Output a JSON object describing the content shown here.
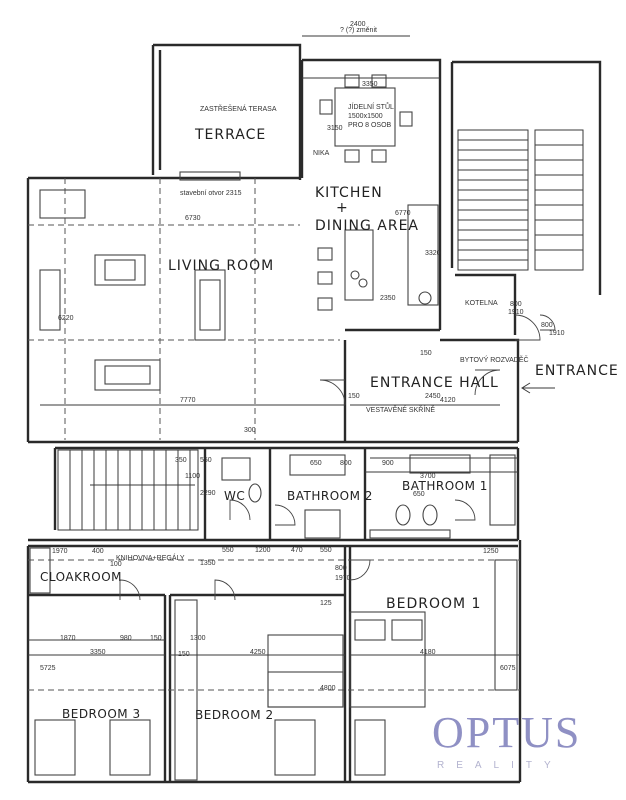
{
  "rooms": {
    "terrace_note": "ZASTŘEŠENÁ TERASA",
    "terrace": "TERRACE",
    "kitchen_line1": "KITCHEN",
    "kitchen_plus": "+",
    "kitchen_line2": "DINING AREA",
    "living": "LIVING ROOM",
    "entrance_hall": "ENTRANCE HALL",
    "entrance": "ENTRANCE",
    "wc": "WC",
    "bathroom2": "BATHROOM 2",
    "bathroom1": "BATHROOM 1",
    "cloakroom": "CLOAKROOM",
    "bedroom1": "BEDROOM 1",
    "bedroom2": "BEDROOM 2",
    "bedroom3": "BEDROOM 3",
    "kotelna": "KOTELNA"
  },
  "notes": {
    "dining_table_1": "JÍDELNÍ STŮL",
    "dining_table_2": "1500x1500",
    "dining_table_3": "PRO 8 OSOB",
    "nika": "NIKA",
    "stavebni_otvor": "stavební otvor 2315",
    "bytovy_rozvadec": "BYTOVÝ ROZVADĚČ",
    "vestavene_skrine": "VESTAVĚNÉ SKŘÍNĚ",
    "knihovna": "KNIHOVNA+REGÁLY",
    "top_dim_note": "? (?) změnit"
  },
  "dims": {
    "d2400": "2400",
    "d3350_top": "3350",
    "d3150": "3150",
    "d6770": "6770",
    "d3320": "3320",
    "d2350": "2350",
    "d6730": "6730",
    "d6220": "6220",
    "d7770": "7770",
    "d2450": "2450",
    "d4120": "4120",
    "d150a": "150",
    "d150b": "150",
    "d800a": "800",
    "d1910a": "1910",
    "d800b": "800",
    "d1910b": "1910",
    "d350": "350",
    "d550a": "550",
    "d300": "300",
    "d650a": "650",
    "d800c": "800",
    "d900": "900",
    "d650b": "650",
    "d1100": "1100",
    "d2290": "2290",
    "d3700": "3700",
    "d1250": "1250",
    "d1970": "1970",
    "d400": "400",
    "d100": "100",
    "d550b": "550",
    "d1200": "1200",
    "d470": "470",
    "d550c": "550",
    "d1350": "1350",
    "d1870": "1870",
    "d980": "980",
    "d150c": "150",
    "d1300": "1300",
    "d3350_bot": "3350",
    "d4250": "4250",
    "d4180": "4180",
    "d5725": "5725",
    "d6075": "6075",
    "d4800": "4800",
    "d125": "125",
    "d150d": "150",
    "d800d": "800",
    "d1970b": "1970"
  },
  "logo": {
    "name": "OPTUS",
    "sub": "REALITY"
  }
}
